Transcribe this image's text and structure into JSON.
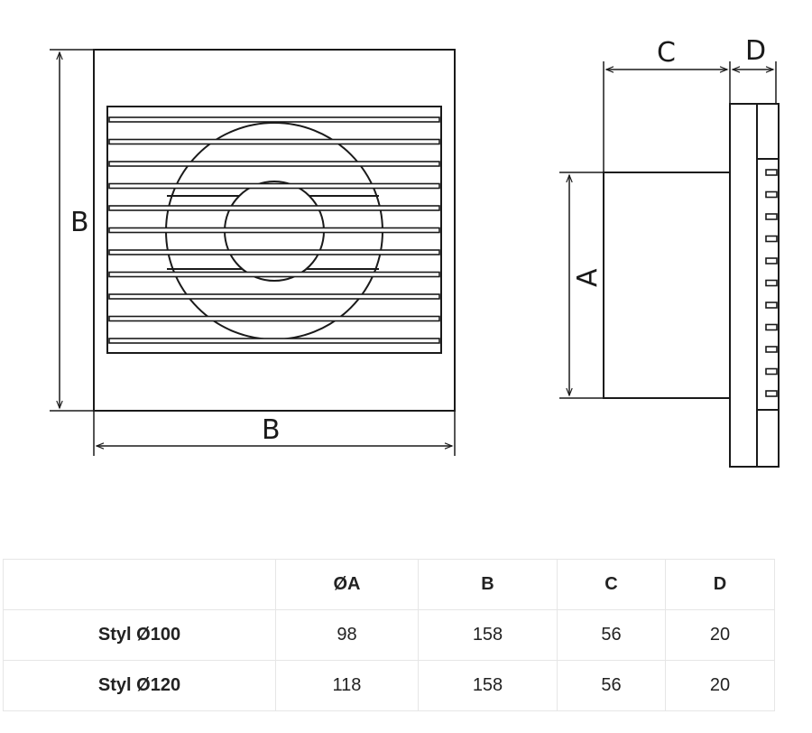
{
  "drawing": {
    "front_width_label": "B",
    "front_height_label": "B",
    "side_diameter_label": "A",
    "side_depth_label": "C",
    "side_grille_label": "D"
  },
  "table": {
    "headers": [
      "",
      "ØA",
      "B",
      "C",
      "D"
    ],
    "rows": [
      [
        "Styl Ø100",
        "98",
        "158",
        "56",
        "20"
      ],
      [
        "Styl Ø120",
        "118",
        "158",
        "56",
        "20"
      ]
    ]
  }
}
